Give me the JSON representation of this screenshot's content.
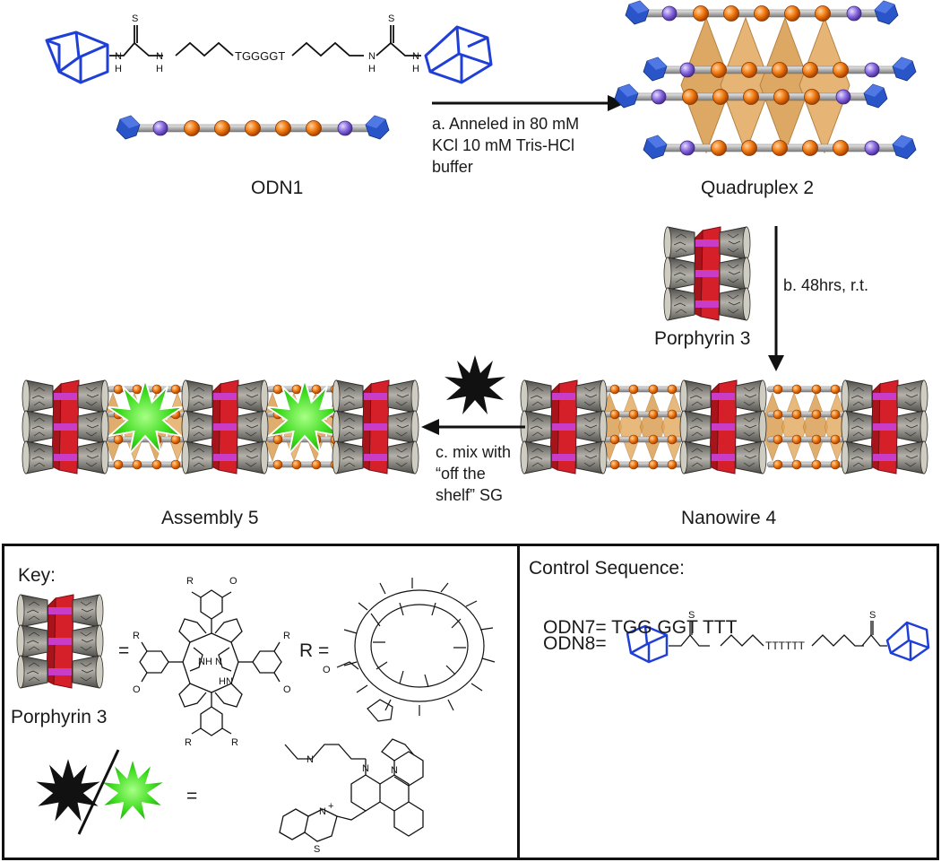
{
  "molecule_top": {
    "sequence": "TGGGGT",
    "s_label": "S",
    "nh_label": "N",
    "h_label": "H"
  },
  "labels": {
    "odn1": "ODN1",
    "quadruplex": "Quadruplex 2",
    "porphyrin": "Porphyrin 3",
    "nanowire": "Nanowire 4",
    "assembly": "Assembly 5"
  },
  "steps": {
    "a": "a. Anneled in 80 mM\nKCl 10 mM  Tris-HCl\nbuffer",
    "b": "b. 48hrs, r.t.",
    "c": "c. mix with\n“off the\nshelf” SG"
  },
  "key_panel": {
    "title": "Key:",
    "porphyrin_label": "Porphyrin 3",
    "equals": "=",
    "r_equals": "R =",
    "r_group": "R",
    "nh": "NH",
    "hn": "HN",
    "n": "N",
    "o": "O",
    "s": "S",
    "n_plus": "+"
  },
  "control_panel": {
    "title": "Control Sequence:",
    "odn7": "ODN7= TGG GGT TTT",
    "odn8_prefix": "ODN8=",
    "odn8_sequence": "TTTTTT"
  },
  "colors": {
    "adamantane": "#1f3fd6",
    "bead_orange": "#f07a10",
    "bead_purple": "#8a6be0",
    "rod": "#b8b8b8",
    "diamond_tan": "#d89a4a",
    "cap_blue": "#2a55c8",
    "porph_red": "#d5202a",
    "porph_magenta": "#c83cc8",
    "cd_gray": "#8c8a82",
    "sg_green": "#3ddb1e"
  }
}
